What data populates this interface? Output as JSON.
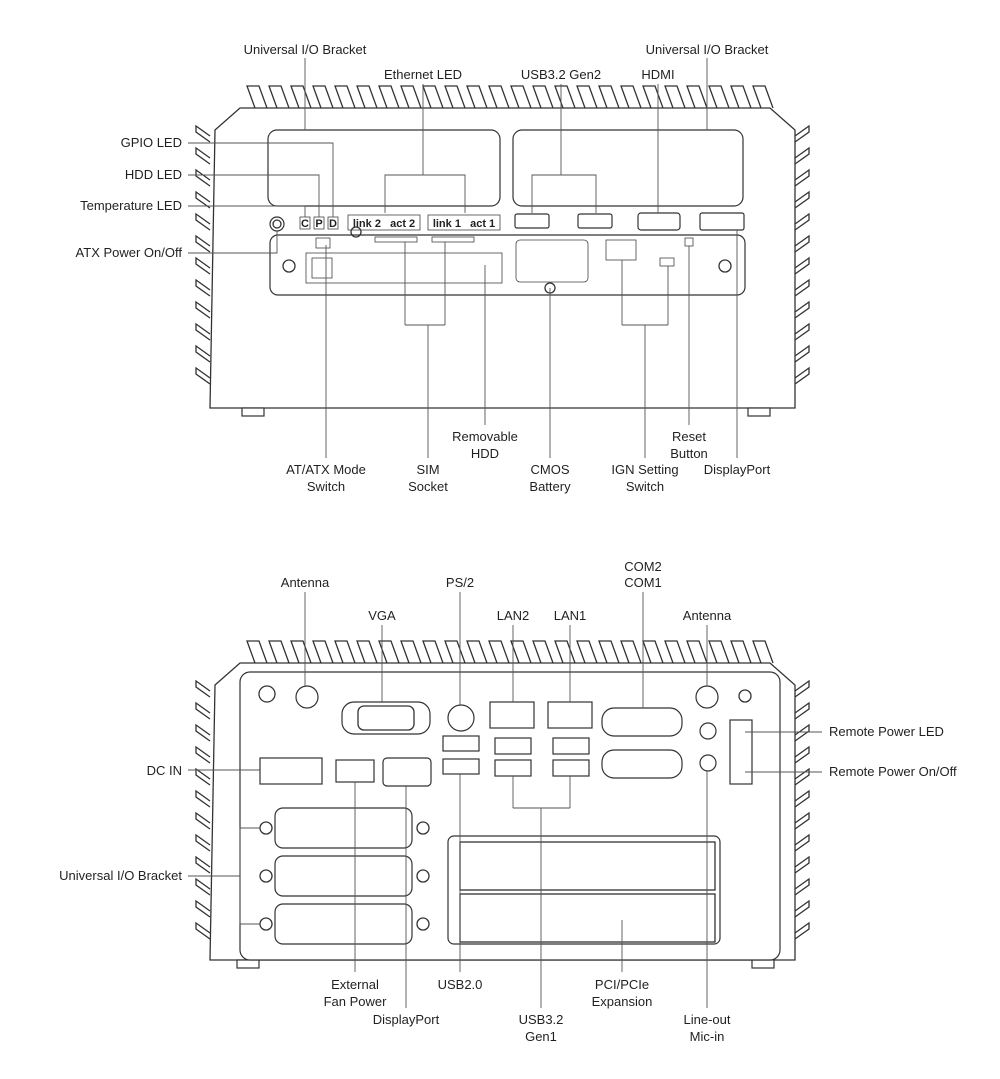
{
  "front_view": {
    "labels": {
      "uio_left": "Universal I/O Bracket",
      "ethernet_led": "Ethernet LED",
      "usb32_gen2": "USB3.2 Gen2",
      "hdmi": "HDMI",
      "uio_right": "Universal I/O Bracket",
      "gpio_led": "GPIO LED",
      "hdd_led": "HDD LED",
      "temperature_led": "Temperature LED",
      "atx_power": "ATX Power On/Off",
      "at_atx_switch": [
        "AT/ATX Mode",
        "Switch"
      ],
      "sim_socket": [
        "SIM",
        "Socket"
      ],
      "removable_hdd": [
        "Removable",
        "HDD"
      ],
      "cmos_battery": [
        "CMOS",
        "Battery"
      ],
      "ign_switch": [
        "IGN Setting",
        "Switch"
      ],
      "reset_button": [
        "Reset",
        "Button"
      ],
      "displayport": "DisplayPort"
    },
    "panel_text": {
      "led_c": "C",
      "led_p": "P",
      "led_d": "D",
      "eth2": "link 2   act 2",
      "eth1": "link 1   act 1"
    }
  },
  "rear_view": {
    "labels": {
      "antenna_left": "Antenna",
      "vga": "VGA",
      "ps2": "PS/2",
      "lan2": "LAN2",
      "lan1": "LAN1",
      "com": [
        "COM2",
        "COM1"
      ],
      "antenna_right": "Antenna",
      "remote_power_led": "Remote Power LED",
      "remote_power_switch": "Remote Power On/Off",
      "dc_in": "DC IN",
      "uio_bracket": "Universal I/O Bracket",
      "ext_fan_power": [
        "External",
        "Fan Power"
      ],
      "displayport": "DisplayPort",
      "usb20": "USB2.0",
      "usb32_gen1": [
        "USB3.2",
        "Gen1"
      ],
      "pci_expansion": [
        "PCI/PCIe",
        "Expansion"
      ],
      "audio": [
        "Line-out",
        "Mic-in"
      ]
    }
  }
}
